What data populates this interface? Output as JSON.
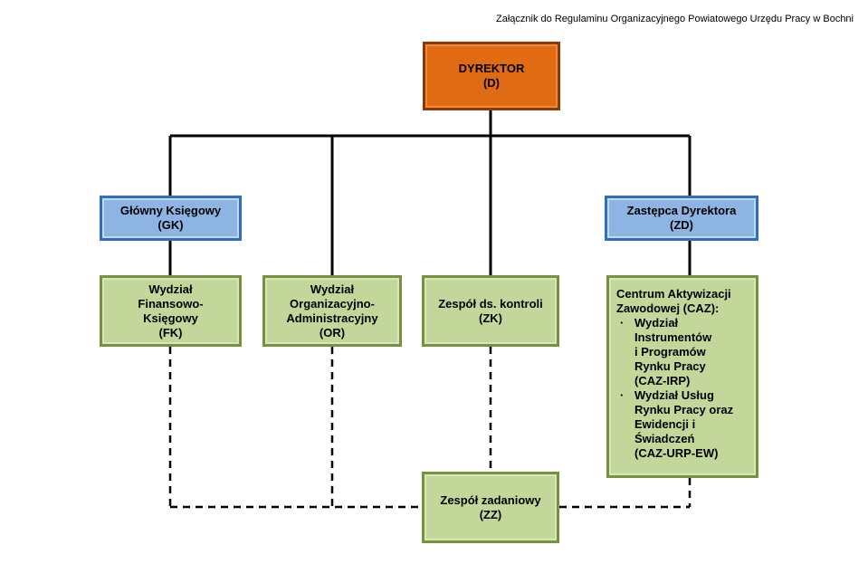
{
  "caption": "Załącznik do Regulaminu Organizacyjnego Powiatowego Urzędu Pracy w Bochni",
  "nodes": {
    "d": {
      "name": "DYREKTOR",
      "code": "(D)"
    },
    "gk": {
      "name": "Główny Księgowy",
      "code": "(GK)"
    },
    "zd": {
      "name": "Zastępca Dyrektora",
      "code": "(ZD)"
    },
    "fk": {
      "line1": "Wydział",
      "line2": "Finansowo-",
      "line3": "Księgowy",
      "code": "(FK)"
    },
    "or": {
      "line1": "Wydział",
      "line2": "Organizacyjno-",
      "line3": "Administracyjny",
      "code": "(OR)"
    },
    "zk": {
      "name": "Zespół ds. kontroli",
      "code": "(ZK)"
    },
    "caz": {
      "title1": "Centrum Aktywizacji",
      "title2": "Zawodowej (CAZ):",
      "items": [
        {
          "lines": [
            "Wydział",
            "Instrumentów",
            "i Programów",
            "Rynku Pracy",
            "(CAZ-IRP)"
          ]
        },
        {
          "lines": [
            "Wydział Usług",
            "Rynku Pracy oraz",
            "Ewidencji i",
            "Świadczeń",
            "(CAZ-URP-EW)"
          ]
        }
      ]
    },
    "zz": {
      "name": "Zespół zadaniowy",
      "code": "(ZZ)"
    }
  }
}
